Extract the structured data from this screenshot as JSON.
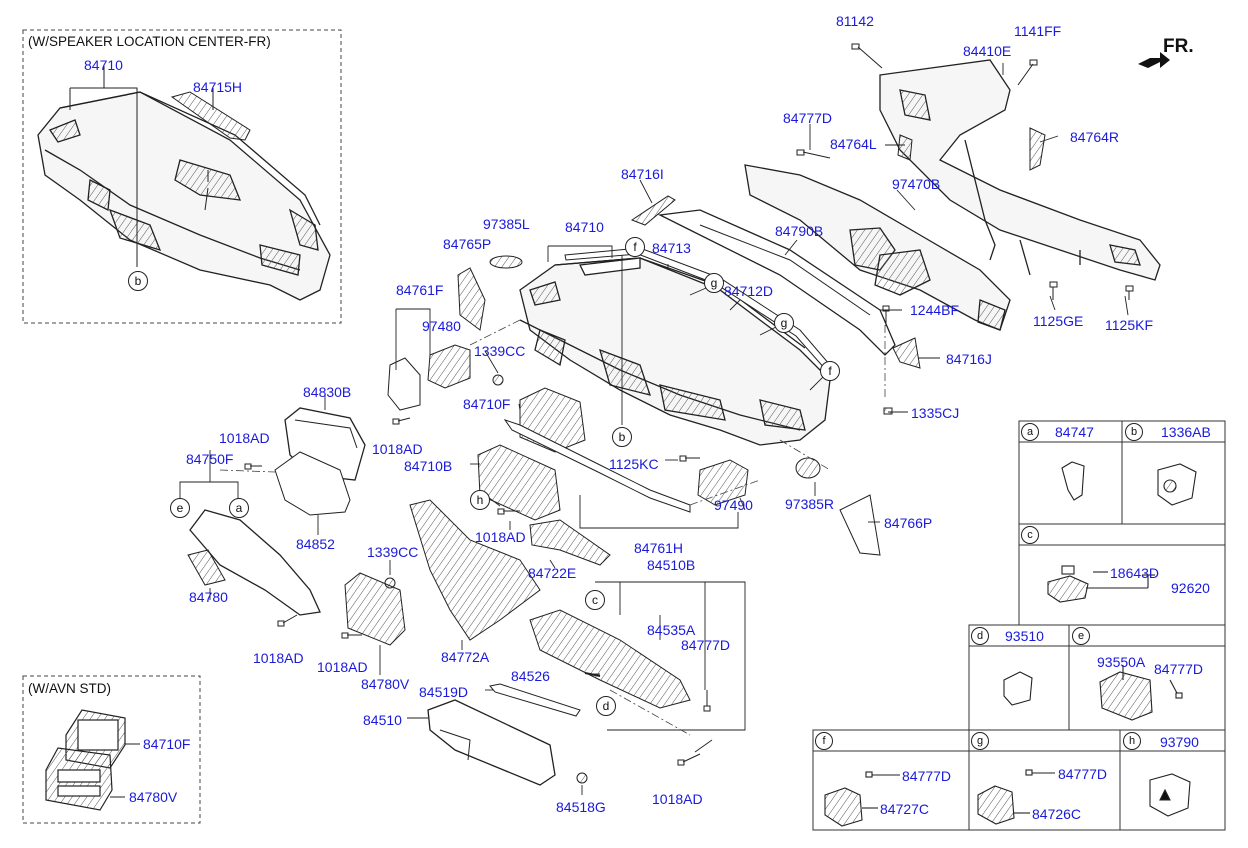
{
  "insets": {
    "speaker": "(W/SPEAKER LOCATION CENTER-FR)",
    "avn": "(W/AVN STD)"
  },
  "direction": "FR.",
  "parts": {
    "p81142": "81142",
    "p1141FF": "1141FF",
    "p84410E": "84410E",
    "p84777D_top": "84777D",
    "p84764L": "84764L",
    "p84764R": "84764R",
    "p97470B": "97470B",
    "p84716I": "84716I",
    "p84790B": "84790B",
    "p97385L": "97385L",
    "p84710_main": "84710",
    "p84713": "84713",
    "p84765P": "84765P",
    "p84712D": "84712D",
    "p1244BF": "1244BF",
    "p1125GE": "1125GE",
    "p1125KF": "1125KF",
    "p84761F": "84761F",
    "p97480": "97480",
    "p1339CC_a": "1339CC",
    "p84716J": "84716J",
    "p84830B": "84830B",
    "p84710F_main": "84710F",
    "p1335CJ": "1335CJ",
    "p1018AD_a": "1018AD",
    "p1018AD_b": "1018AD",
    "p84750F": "84750F",
    "p84710B": "84710B",
    "p1125KC": "1125KC",
    "p97385R": "97385R",
    "p97490": "97490",
    "p84766P": "84766P",
    "p1018AD_c": "1018AD",
    "p84852": "84852",
    "p84761H": "84761H",
    "p1339CC_b": "1339CC",
    "p84510B": "84510B",
    "p84722E": "84722E",
    "p84780": "84780",
    "p84535A": "84535A",
    "p84777D_mid": "84777D",
    "p1018AD_d": "1018AD",
    "p1018AD_e": "1018AD",
    "p84780V_main": "84780V",
    "p84772A": "84772A",
    "p84526": "84526",
    "p84519D": "84519D",
    "p84510": "84510",
    "p84518G": "84518G",
    "p1018AD_f": "1018AD",
    "p84710_inset": "84710",
    "p84715H": "84715H",
    "p84710F_inset": "84710F",
    "p84780V_inset": "84780V"
  },
  "callouts": {
    "b_inset": "b",
    "f_top": "f",
    "g_top": "g",
    "g_mid": "g",
    "f_mid": "f",
    "b_main": "b",
    "h_main": "h",
    "e_main": "e",
    "a_main": "a",
    "c_main": "c",
    "d_main": "d"
  },
  "table": {
    "a_letter": "a",
    "a_part": "84747",
    "b_letter": "b",
    "b_part": "1336AB",
    "c_letter": "c",
    "c_part1": "18643D",
    "c_part2": "92620",
    "d_letter": "d",
    "d_part": "93510",
    "e_letter": "e",
    "e_part1": "93550A",
    "e_part2": "84777D",
    "f_letter": "f",
    "f_part1": "84777D",
    "f_part2": "84727C",
    "g_letter": "g",
    "g_part1": "84777D",
    "g_part2": "84726C",
    "h_letter": "h",
    "h_part": "93790"
  },
  "colors": {
    "part_number": "#1a1adb",
    "line": "#222222"
  }
}
